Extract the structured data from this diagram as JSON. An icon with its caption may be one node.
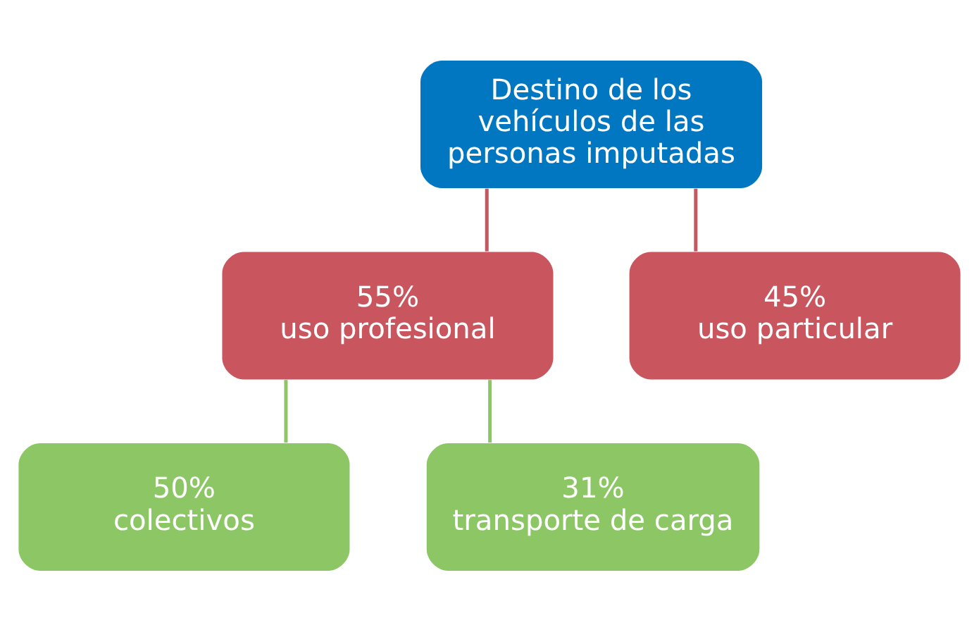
{
  "diagram": {
    "nodes": [
      {
        "text": [
          "Destino de los vehículos de las personas imputadas"
        ]
      },
      {
        "text": [
          "55%",
          "uso profesional"
        ]
      },
      {
        "text": [
          "45%",
          "uso particular"
        ]
      },
      {
        "text": [
          "50%",
          "colectivos"
        ]
      },
      {
        "text": [
          "31%",
          "transporte de carga"
        ]
      }
    ],
    "edges": [
      {
        "from": 0,
        "to": 1,
        "arrow": "none",
        "color": "#c9565e"
      },
      {
        "from": 0,
        "to": 2,
        "arrow": "none",
        "color": "#c9565e"
      },
      {
        "from": 1,
        "to": 3,
        "arrow": "none",
        "color": "#8cc665"
      },
      {
        "from": 1,
        "to": 4,
        "arrow": "none",
        "color": "#8cc665"
      }
    ]
  }
}
